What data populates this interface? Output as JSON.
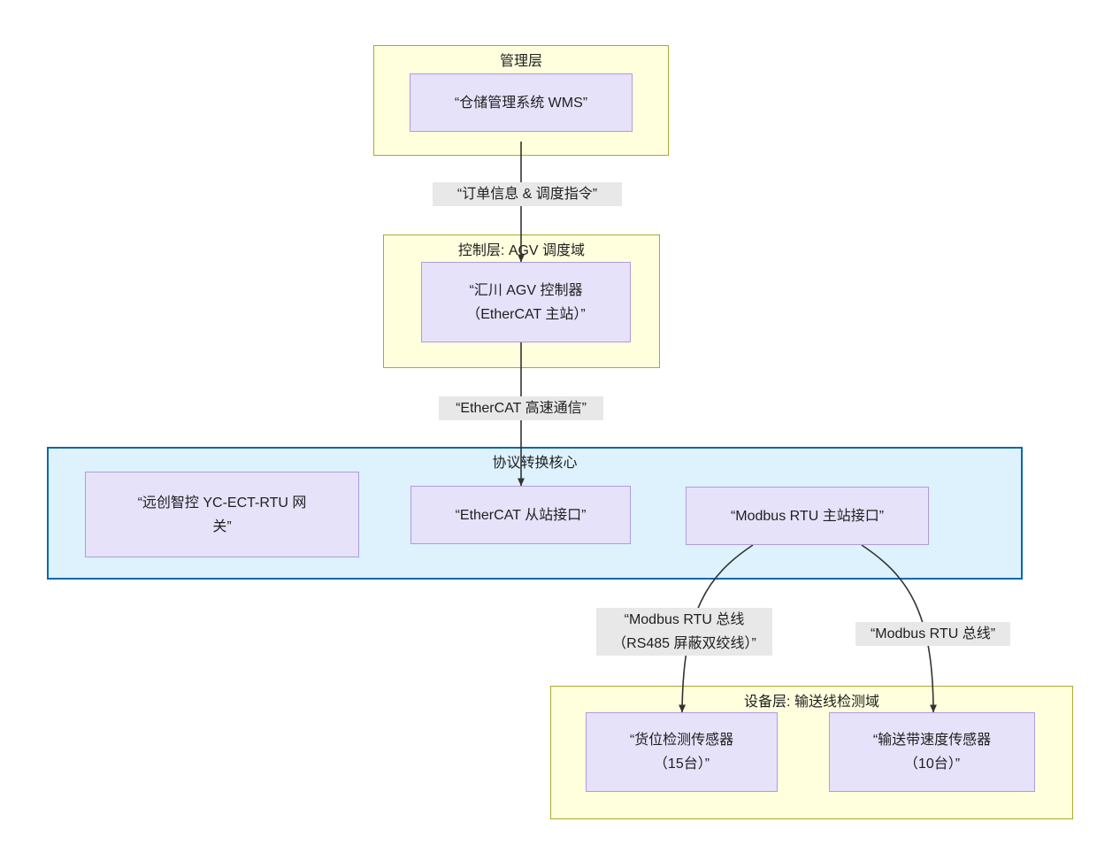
{
  "diagram": {
    "type": "flowchart",
    "direction": "top-down",
    "title_visible": false,
    "colors": {
      "cluster_yellow_fill": "#ffffde",
      "cluster_yellow_stroke": "#aaaa33",
      "cluster_blue_fill": "#ddf2fd",
      "cluster_blue_stroke": "#0b68ab",
      "node_fill": "#e6e2fa",
      "node_stroke": "#b29ae0",
      "edge_stroke": "#333333",
      "edge_label_bg": "#e8e8e8",
      "text": "#1f1f1f"
    }
  },
  "clusters": [
    {
      "id": "mgmt",
      "title": "管理层"
    },
    {
      "id": "control",
      "title": "控制层: AGV 调度域"
    },
    {
      "id": "core",
      "title": "协议转换核心"
    },
    {
      "id": "device",
      "title": "设备层: 输送线检测域"
    }
  ],
  "nodes": [
    {
      "id": "wms",
      "label": "“仓储管理系统 WMS”",
      "cluster": "mgmt"
    },
    {
      "id": "agv",
      "label": "“汇川 AGV 控制器\n（EtherCAT 主站）”",
      "cluster": "control"
    },
    {
      "id": "gateway",
      "label": "“远创智控 YC-ECT-RTU 网\n关”",
      "cluster": "core"
    },
    {
      "id": "ethercat_slave",
      "label": "“EtherCAT 从站接口”",
      "cluster": "core"
    },
    {
      "id": "modbus_master",
      "label": "“Modbus RTU 主站接口”",
      "cluster": "core"
    },
    {
      "id": "sensor_slot",
      "label": "“货位检测传感器\n（15台）”",
      "cluster": "device"
    },
    {
      "id": "sensor_speed",
      "label": "“输送带速度传感器\n（10台）”",
      "cluster": "device"
    }
  ],
  "edges": [
    {
      "id": "e1",
      "from": "wms",
      "to": "agv",
      "label": "“订单信息 & 调度指令”"
    },
    {
      "id": "e2",
      "from": "agv",
      "to": "ethercat_slave",
      "label": "“EtherCAT 高速通信”"
    },
    {
      "id": "e3",
      "from": "modbus_master",
      "to": "sensor_slot",
      "label": "“Modbus RTU 总线\n（RS485 屏蔽双绞线）”"
    },
    {
      "id": "e4",
      "from": "modbus_master",
      "to": "sensor_speed",
      "label": "“Modbus RTU 总线”"
    }
  ]
}
